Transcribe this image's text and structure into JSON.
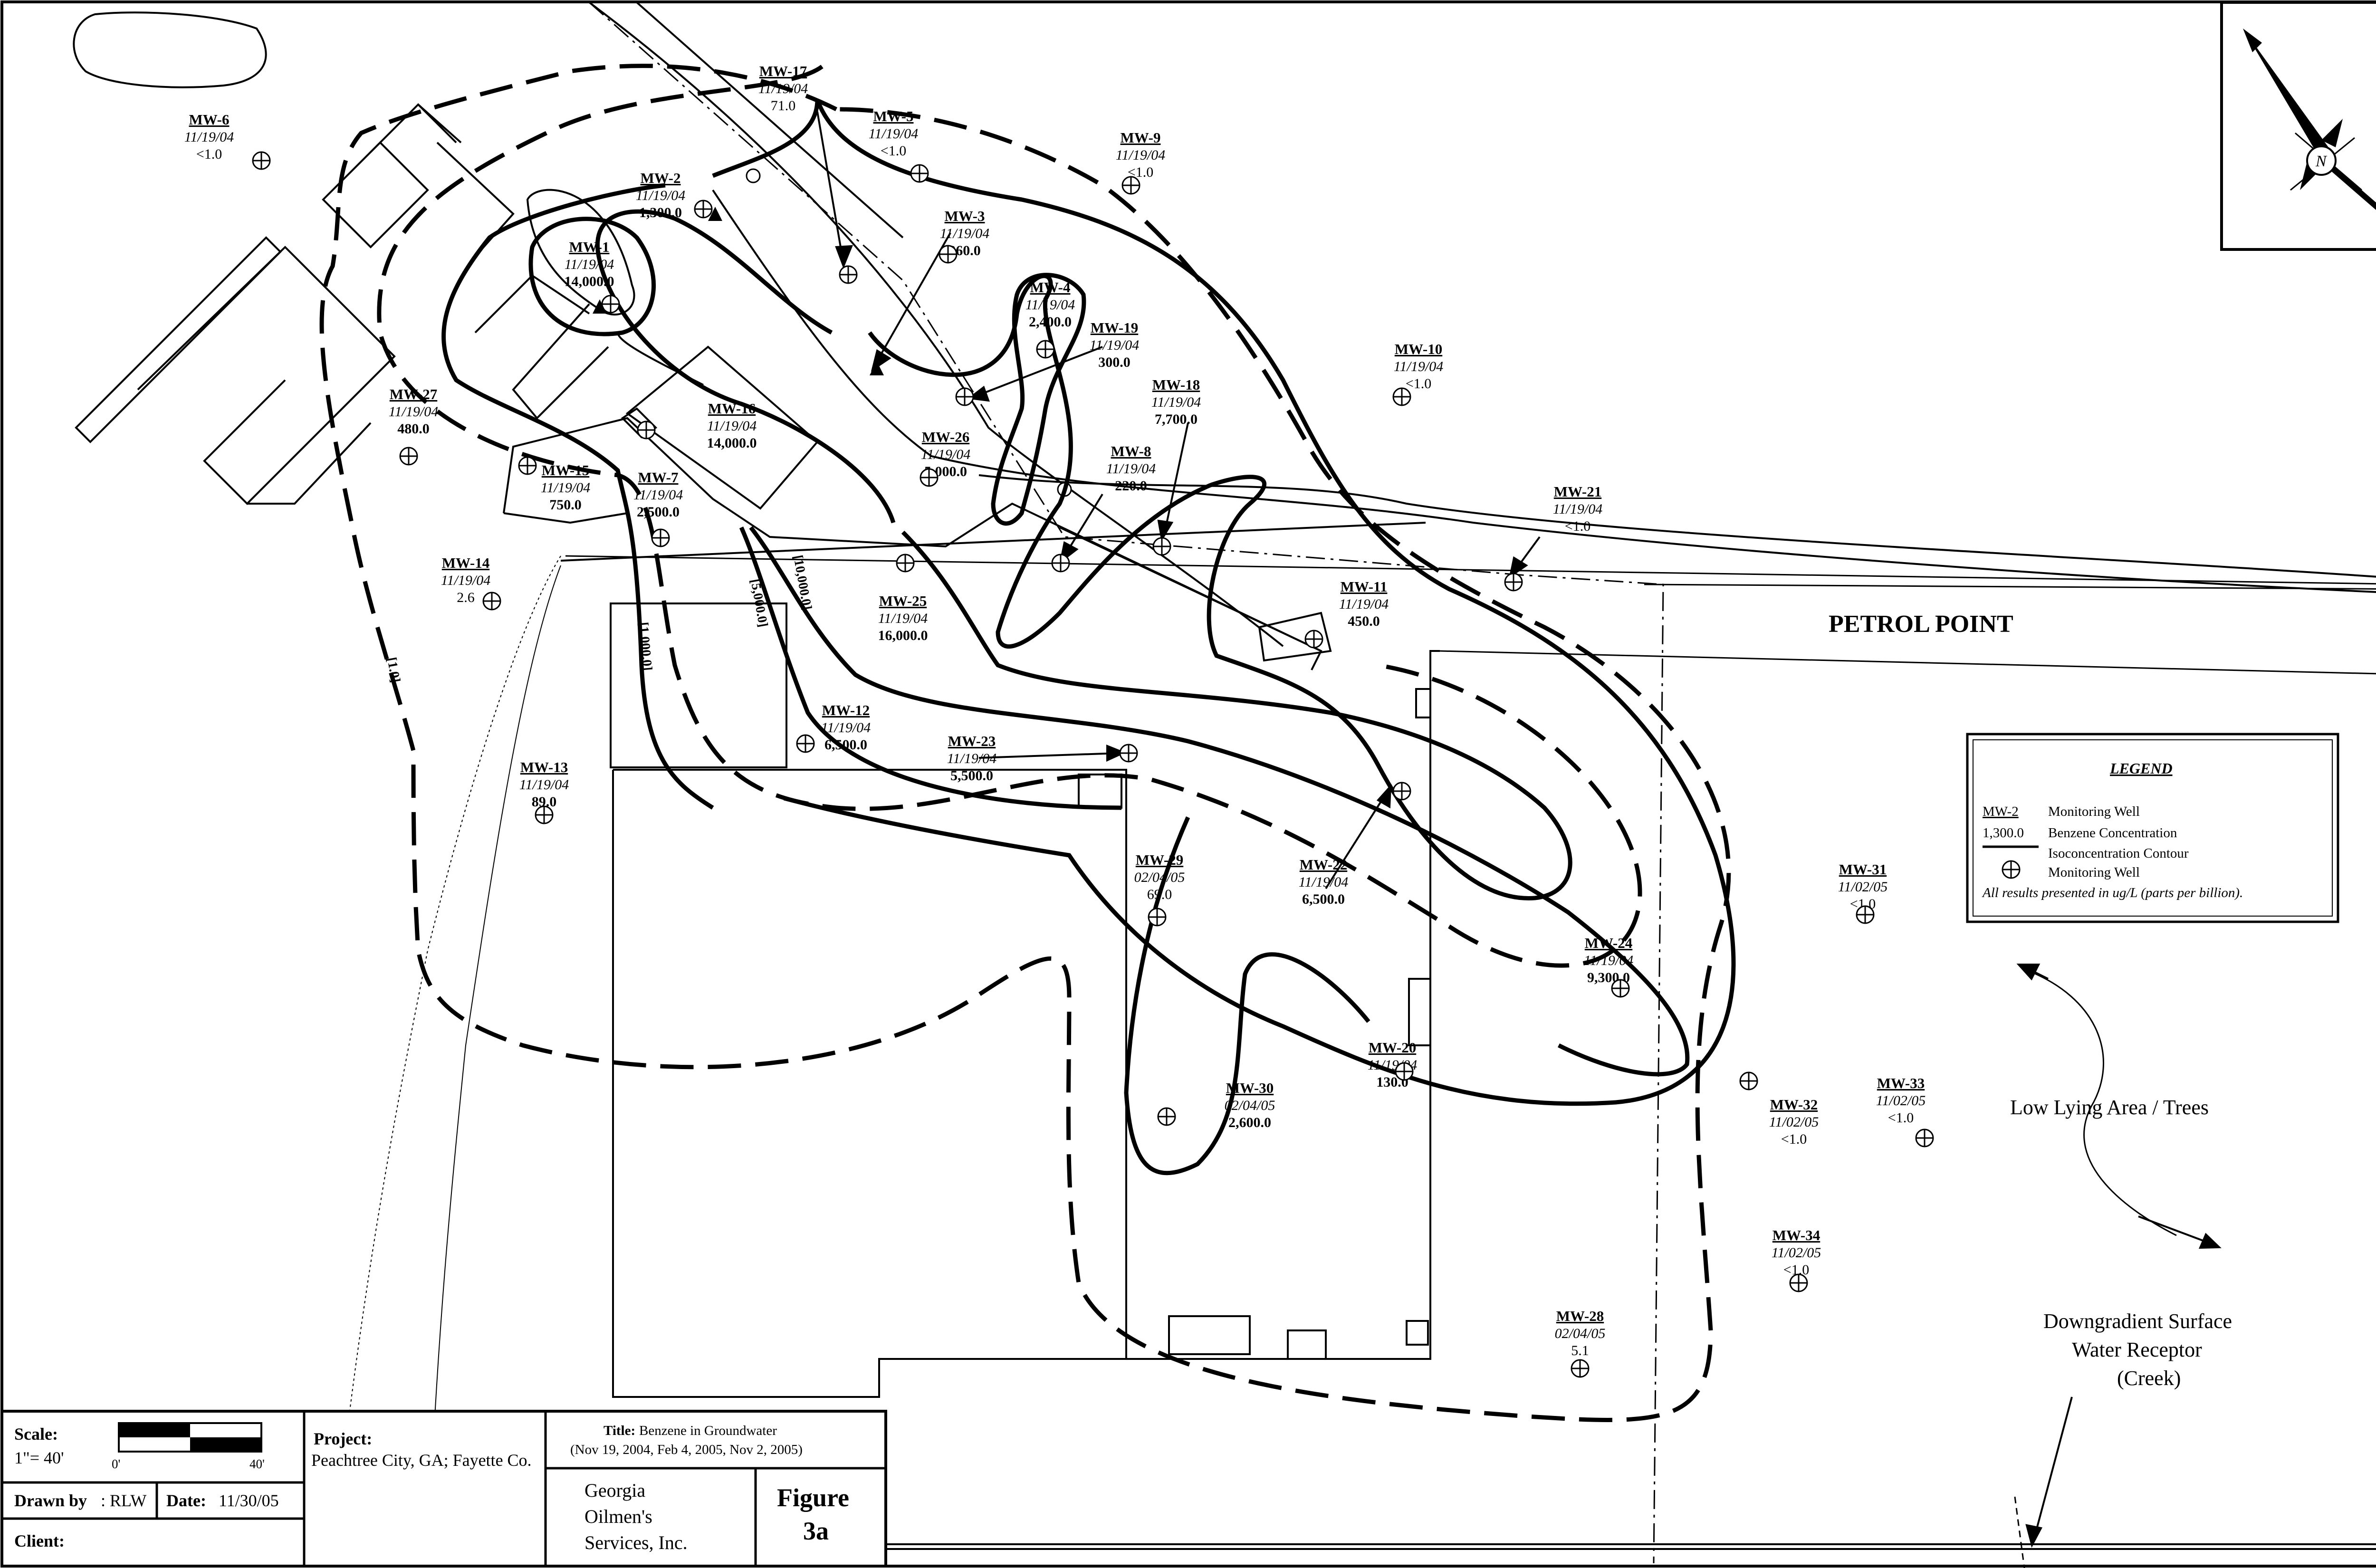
{
  "wells": [
    {
      "id": "MW-6",
      "date": "11/19/04",
      "value": "<1.0",
      "bold": false
    },
    {
      "id": "MW-17",
      "date": "11/19/04",
      "value": "71.0",
      "bold": false
    },
    {
      "id": "MW-5",
      "date": "11/19/04",
      "value": "<1.0",
      "bold": false
    },
    {
      "id": "MW-9",
      "date": "11/19/04",
      "value": "<1.0",
      "bold": false
    },
    {
      "id": "MW-2",
      "date": "11/19/04",
      "value": "1,300.0",
      "bold": true
    },
    {
      "id": "MW-3",
      "date": "11/19/04",
      "value": "360.0",
      "bold": true
    },
    {
      "id": "MW-1",
      "date": "11/19/04",
      "value": "14,000.0",
      "bold": true
    },
    {
      "id": "MW-4",
      "date": "11/19/04",
      "value": "2,400.0",
      "bold": true
    },
    {
      "id": "MW-19",
      "date": "11/19/04",
      "value": "300.0",
      "bold": true
    },
    {
      "id": "MW-10",
      "date": "11/19/04",
      "value": "<1.0",
      "bold": false
    },
    {
      "id": "MW-18",
      "date": "11/19/04",
      "value": "7,700.0",
      "bold": true
    },
    {
      "id": "MW-27",
      "date": "11/19/04",
      "value": "480.0",
      "bold": true
    },
    {
      "id": "MW-16",
      "date": "11/19/04",
      "value": "14,000.0",
      "bold": true
    },
    {
      "id": "MW-26",
      "date": "11/19/04",
      "value": "5,000.0",
      "bold": true
    },
    {
      "id": "MW-8",
      "date": "11/19/04",
      "value": "220.0",
      "bold": true
    },
    {
      "id": "MW-15",
      "date": "11/19/04",
      "value": "750.0",
      "bold": true
    },
    {
      "id": "MW-7",
      "date": "11/19/04",
      "value": "2,500.0",
      "bold": true
    },
    {
      "id": "MW-21",
      "date": "11/19/04",
      "value": "<1.0",
      "bold": false
    },
    {
      "id": "MW-14",
      "date": "11/19/04",
      "value": "2.6",
      "bold": false
    },
    {
      "id": "MW-25",
      "date": "11/19/04",
      "value": "16,000.0",
      "bold": true
    },
    {
      "id": "MW-11",
      "date": "11/19/04",
      "value": "450.0",
      "bold": true
    },
    {
      "id": "MW-12",
      "date": "11/19/04",
      "value": "6,500.0",
      "bold": true
    },
    {
      "id": "MW-23",
      "date": "11/19/04",
      "value": "5,500.0",
      "bold": true
    },
    {
      "id": "MW-13",
      "date": "11/19/04",
      "value": "89.0",
      "bold": true
    },
    {
      "id": "MW-29",
      "date": "02/04/05",
      "value": "69.0",
      "bold": false
    },
    {
      "id": "MW-22",
      "date": "11/19/04",
      "value": "6,500.0",
      "bold": true
    },
    {
      "id": "MW-31",
      "date": "11/02/05",
      "value": "<1.0",
      "bold": false
    },
    {
      "id": "MW-24",
      "date": "11/19/04",
      "value": "9,300.0",
      "bold": true
    },
    {
      "id": "MW-20",
      "date": "11/19/04",
      "value": "130.0",
      "bold": true
    },
    {
      "id": "MW-30",
      "date": "02/04/05",
      "value": "2,600.0",
      "bold": true
    },
    {
      "id": "MW-32",
      "date": "11/02/05",
      "value": "<1.0",
      "bold": false
    },
    {
      "id": "MW-33",
      "date": "11/02/05",
      "value": "<1.0",
      "bold": false
    },
    {
      "id": "MW-34",
      "date": "11/02/05",
      "value": "<1.0",
      "bold": false
    },
    {
      "id": "MW-28",
      "date": "02/04/05",
      "value": "5.1",
      "bold": false
    }
  ],
  "contour_labels": [
    "[10,000.0]",
    "[5,000.0]",
    "[1,000.0]",
    "[1.0]"
  ],
  "labels": {
    "petrol_point": "PETROL POINT",
    "low_lying": "Low Lying Area /  Trees",
    "receptor_1": "Downgradient Surface",
    "receptor_2": "Water Receptor",
    "receptor_3": "(Creek)"
  },
  "compass": {
    "north": "N"
  },
  "legend": {
    "title": "LEGEND",
    "sample_id": "MW-2",
    "sample_value": "1,300.0",
    "item_well": "Monitoring Well",
    "item_benzene": "Benzene Concentration",
    "item_contour": "Isoconcentration Contour",
    "item_symbol": "Monitoring Well",
    "note": "All results presented in ug/L (parts per billion)."
  },
  "title_block": {
    "scale_label": "Scale:",
    "scale_value": "1\"= 40'",
    "scale_start": "0'",
    "scale_end": "40'",
    "drawn_by_label": "Drawn by",
    "drawn_by_value": ": RLW",
    "date_label": "Date:",
    "date_value": " 11/30/05",
    "client_label": "Client:",
    "project_label": "Project:",
    "project_value": "Peachtree City, GA; Fayette Co.",
    "title_label": "Title:",
    "title_value": "  Benzene in Groundwater",
    "title_dates": "(Nov 19, 2004, Feb 4, 2005, Nov 2, 2005)",
    "company_1": "Georgia",
    "company_2": "Oilmen's",
    "company_3": "Services, Inc.",
    "figure_label": "Figure",
    "figure_number": "3a"
  }
}
